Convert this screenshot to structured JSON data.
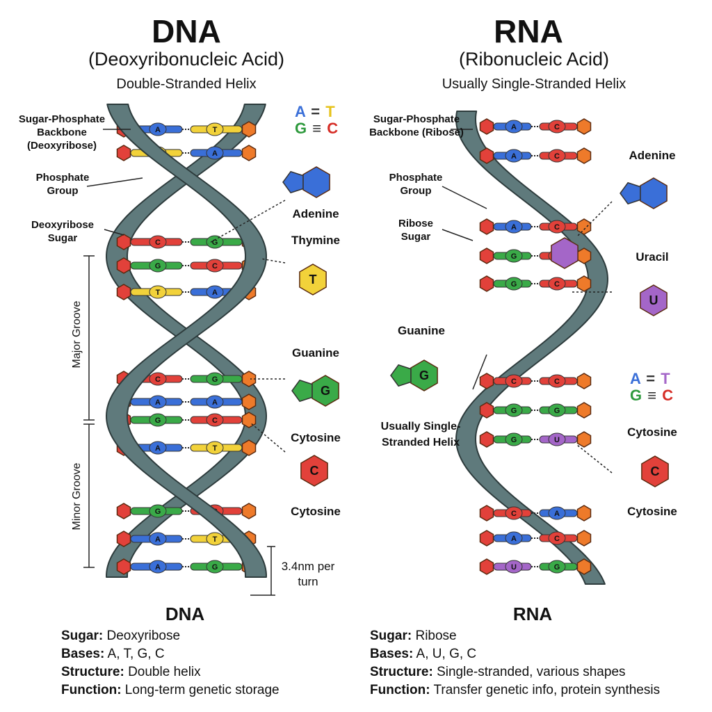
{
  "dna": {
    "title": "DNA",
    "subtitle": "(Deoxyribonucleic Acid)",
    "strand_type": "Double-Stranded Helix",
    "labels": {
      "backbone": "Sugar-Phosphate Backbone (Deoxyribose)",
      "phosphate": "Phosphate Group",
      "sugar": "Deoxyribose Sugar",
      "major_groove": "Major Groove",
      "minor_groove": "Minor Groove",
      "pitch": "3.4nm per turn"
    },
    "pairing": {
      "top": "A = T",
      "bottom": "G ≡ C"
    },
    "bases": {
      "adenine": "Adenine",
      "thymine": "Thymine",
      "guanine": "Guanine",
      "cytosine": "Cytosine",
      "cytosine_repeat": "Cytosine"
    },
    "bottom_title": "DNA",
    "properties": [
      {
        "key": "Sugar:",
        "value": " Deoxyribose"
      },
      {
        "key": "Bases:",
        "value": " A, T, G, C"
      },
      {
        "key": "Structure:",
        "value": " Double helix"
      },
      {
        "key": "Function:",
        "value": " Long-term genetic storage"
      }
    ]
  },
  "rna": {
    "title": "RNA",
    "subtitle": "(Ribonucleic Acid)",
    "strand_type": "Usually Single-Stranded Helix",
    "labels": {
      "backbone": "Sugar-Phosphate Backbone (Ribose)",
      "phosphate": "Phosphate Group",
      "sugar": "Ribose Sugar",
      "guanine": "Guanine",
      "single_stranded": "Usually Single-Stranded Helix"
    },
    "pairing": {
      "top": "A = T",
      "bottom": "G ≡ C"
    },
    "bases": {
      "adenine": "Adenine",
      "uracil": "Uracil",
      "cytosine": "Cytosine",
      "cytosine_repeat": "Cytosine"
    },
    "bottom_title": "RNA",
    "properties": [
      {
        "key": "Sugar:",
        "value": " Ribose"
      },
      {
        "key": "Bases:",
        "value": " A, U, G, C"
      },
      {
        "key": "Structure:",
        "value": " Single-stranded, various shapes"
      },
      {
        "key": "Function:",
        "value": " Transfer genetic info, protein synthesis"
      }
    ]
  },
  "colors": {
    "adenine": "#3a6fd8",
    "thymine": "#f2d23a",
    "guanine": "#3aaa48",
    "cytosine": "#e2413a",
    "uracil": "#a466c8",
    "backbone": "#5f7a7c",
    "phosphate": "#ee7a2a"
  }
}
